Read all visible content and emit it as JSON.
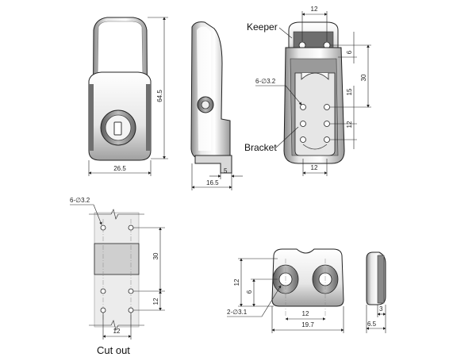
{
  "labels": {
    "keeper": "Keeper",
    "bracket": "Bracket",
    "cut_out": "Cut out"
  },
  "front_view": {
    "width": "26.5",
    "height": "64.5"
  },
  "side_view": {
    "depth": "16.5",
    "flange": "5"
  },
  "rear_view": {
    "hole_spacing_top": "12",
    "hole_spacing_bottom": "12",
    "holes": "6-∅3.2",
    "dim_6": "6",
    "dim_30": "30",
    "dim_15": "15",
    "dim_12": "12"
  },
  "cut_out": {
    "holes": "6-∅3.2",
    "dim_30": "30",
    "dim_12_vertical": "12",
    "dim_12_horizontal": "12"
  },
  "keeper_view": {
    "holes": "2-∅3.1",
    "dim_12_height": "12",
    "dim_6_height": "6",
    "dim_12_width": "12",
    "dim_19_7": "19.7"
  },
  "keeper_side": {
    "dim_3": "3",
    "dim_6_5": "6.5"
  },
  "colors": {
    "line": "#222222",
    "metal_light": "#f2f2f2",
    "metal_mid": "#c8c8c8",
    "metal_dark": "#7a7a7a",
    "cutout_fill": "#cfcfcf"
  }
}
